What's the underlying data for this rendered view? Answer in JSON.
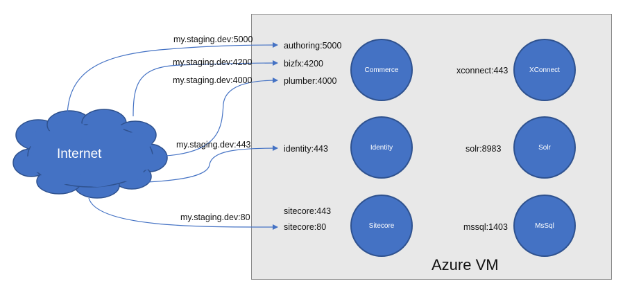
{
  "internet": {
    "label": "Internet"
  },
  "azure_vm": {
    "label": "Azure VM"
  },
  "routes": [
    {
      "label": "my.staging.dev:5000",
      "target": "authoring:5000"
    },
    {
      "label": "my.staging.dev:4200",
      "target": "bizfx:4200"
    },
    {
      "label": "my.staging.dev:4000",
      "target": "plumber:4000"
    },
    {
      "label": "my.staging.dev:443",
      "target": "identity:443"
    },
    {
      "label": "my.staging.dev:80",
      "target": "sitecore:80"
    }
  ],
  "ports": {
    "authoring": "authoring:5000",
    "bizfx": "bizfx:4200",
    "plumber": "plumber:4000",
    "identity": "identity:443",
    "sitecore443": "sitecore:443",
    "sitecore80": "sitecore:80",
    "xconnect": "xconnect:443",
    "solr": "solr:8983",
    "mssql": "mssql:1403"
  },
  "nodes": {
    "commerce": "Commerce",
    "xconnect": "XConnect",
    "identity": "Identity",
    "solr": "Solr",
    "sitecore": "Sitecore",
    "mssql": "MsSql"
  },
  "colors": {
    "node_fill": "#4472C4",
    "node_border": "#2F528F",
    "vm_fill": "#E8E8E8",
    "arrow": "#4472C4"
  }
}
